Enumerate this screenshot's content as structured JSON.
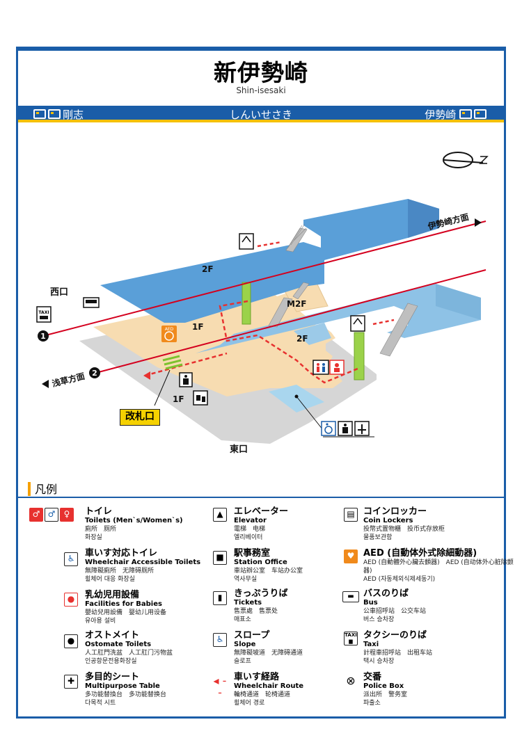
{
  "header": {
    "station_name": "新伊勢崎",
    "station_romaji": "Shin-isesaki"
  },
  "bar": {
    "left_dest": "剛志",
    "center_kana": "しんいせさき",
    "right_dest": "伊勢崎"
  },
  "map": {
    "direction_isesaki": "伊勢崎方面",
    "direction_asakusa": "浅草方面",
    "track_1": "1",
    "track_2": "2",
    "west_exit": "西口",
    "east_exit": "東口",
    "floor_2f_west": "2F",
    "floor_2f_east": "2F",
    "floor_m2f": "M2F",
    "floor_1f_center": "1F",
    "floor_1f_south": "1F",
    "ticket_gate": "改札口",
    "taxi_icon_text": "TAXI",
    "aed_icon_text": "AED",
    "colors": {
      "platform": "#4a8fd0",
      "concourse": "#f7dcb1",
      "ground": "#d8d8d8",
      "elevator": "#9bd24a",
      "track": "#d4001e",
      "route": "#e7312f"
    }
  },
  "legend": {
    "title": "凡例",
    "items": [
      {
        "jp": "トイレ",
        "en": "Toilets (Men`s/Women`s)",
        "zh": "廁所　厕所",
        "ko": "화장실",
        "icon": "toilet-icon"
      },
      {
        "jp": "車いす対応トイレ",
        "en": "Wheelchair Accessible Toilets",
        "zh": "無障礙廁所　无障碍厕所",
        "ko": "휠체어 대응 화장실",
        "icon": "wheelchair-icon"
      },
      {
        "jp": "乳幼児用設備",
        "en": "Facilities for Babies",
        "zh": "嬰幼兒用設備　婴幼儿用设备",
        "ko": "유아용 설비",
        "icon": "baby-icon"
      },
      {
        "jp": "オストメイト",
        "en": "Ostomate Toilets",
        "zh": "人工肛門洗盆　人工肛门污物盆",
        "ko": "인공항문전용화장실",
        "icon": "ostomate-icon"
      },
      {
        "jp": "多目的シート",
        "en": "Multipurpose Table",
        "zh": "多功能替換台　多功能替换台",
        "ko": "다목적 시트",
        "icon": "multipurpose-table-icon"
      },
      {
        "jp": "エレベーター",
        "en": "Elevator",
        "zh": "電梯　电梯",
        "ko": "엘리베이터",
        "icon": "elevator-icon"
      },
      {
        "jp": "駅事務室",
        "en": "Station Office",
        "zh": "車站辦公室　车站办公室",
        "ko": "역사무실",
        "icon": "station-office-icon"
      },
      {
        "jp": "きっぷうりば",
        "en": "Tickets",
        "zh": "售票處　售票处",
        "ko": "매표소",
        "icon": "ticket-icon"
      },
      {
        "jp": "スロープ",
        "en": "Slope",
        "zh": "無障礙坡道　无障碍通道",
        "ko": "슬로프",
        "icon": "slope-icon"
      },
      {
        "jp": "車いす経路",
        "en": "Wheelchair Route",
        "zh": "輪椅通道　轮椅通道",
        "ko": "휠체어 경로",
        "icon": "wheelchair-route-icon"
      },
      {
        "jp": "コインロッカー",
        "en": "Coin Lockers",
        "zh": "投幣式置物櫃　投币式存放柜",
        "ko": "물품보관함",
        "icon": "coin-locker-icon"
      },
      {
        "jp": "AED (自動体外式除細動器)",
        "en": "",
        "zh": "AED (自動體外心臟去顫器)　AED (自动体外心脏除颤器)",
        "ko": "AED (자동체외식제세동기)",
        "icon": "aed-icon"
      },
      {
        "jp": "バスのりば",
        "en": "Bus",
        "zh": "公車招呼站　公交车站",
        "ko": "버스 승차장",
        "icon": "bus-icon"
      },
      {
        "jp": "タクシーのりば",
        "en": "Taxi",
        "zh": "計程車招呼站　出租车站",
        "ko": "택시 승차장",
        "icon": "taxi-icon"
      },
      {
        "jp": "交番",
        "en": "Police Box",
        "zh": "派出所　警务室",
        "ko": "파출소",
        "icon": "police-box-icon"
      }
    ]
  }
}
